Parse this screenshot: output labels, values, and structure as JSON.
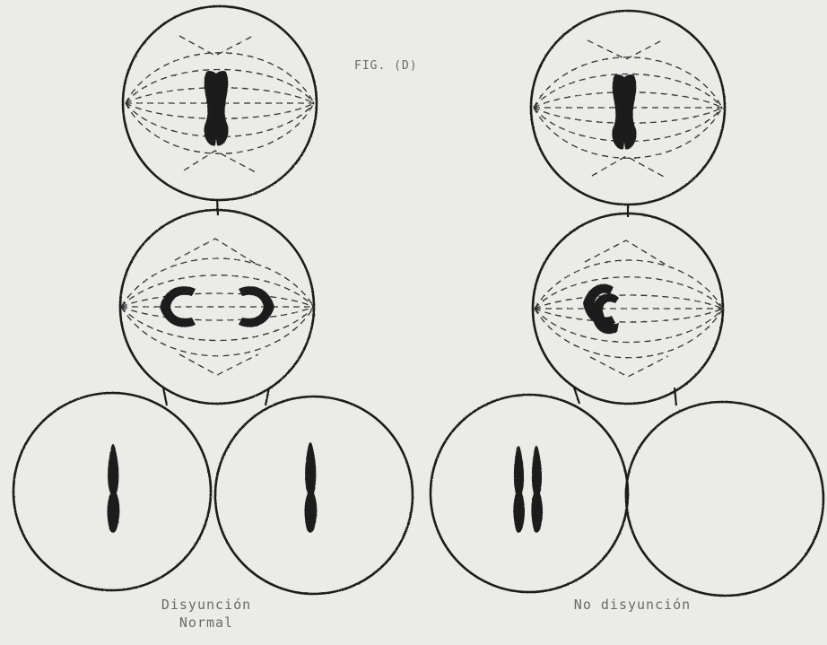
{
  "figure": {
    "title": "FIG. (D)"
  },
  "captions": {
    "normal": {
      "line1": "Disyunción",
      "line2": "Normal"
    },
    "non_disjunction": {
      "line1": "No disyunción"
    }
  },
  "colors": {
    "background": "#ebebe8",
    "ink": "#1a1a1a",
    "spindle": "#333333",
    "label": "#6a6a6a"
  }
}
